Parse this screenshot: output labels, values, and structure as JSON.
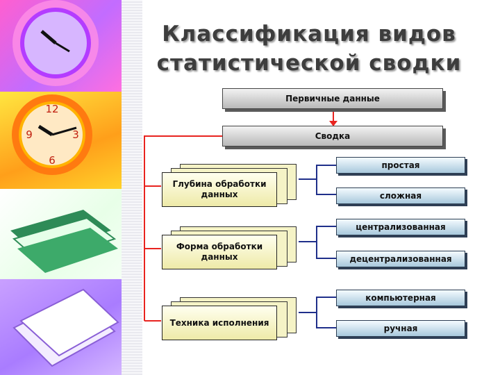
{
  "title_line1": "Классификация видов",
  "title_line2": "статистической сводки",
  "primary": "Первичные данные",
  "svodka": "Сводка",
  "criteria": [
    {
      "label": "Глубина обработки данных",
      "types": [
        "простая",
        "сложная"
      ]
    },
    {
      "label": "Форма обработки данных",
      "types": [
        "централизованная",
        "децентрализованная"
      ]
    },
    {
      "label": "Техника исполнения",
      "types": [
        "компьютерная",
        "ручная"
      ]
    }
  ],
  "colors": {
    "connector_red": "#e8231f",
    "connector_blue": "#1f2f8a"
  },
  "icons": [
    "clock-icon",
    "clock-icon",
    "books-icon",
    "papers-icon"
  ]
}
